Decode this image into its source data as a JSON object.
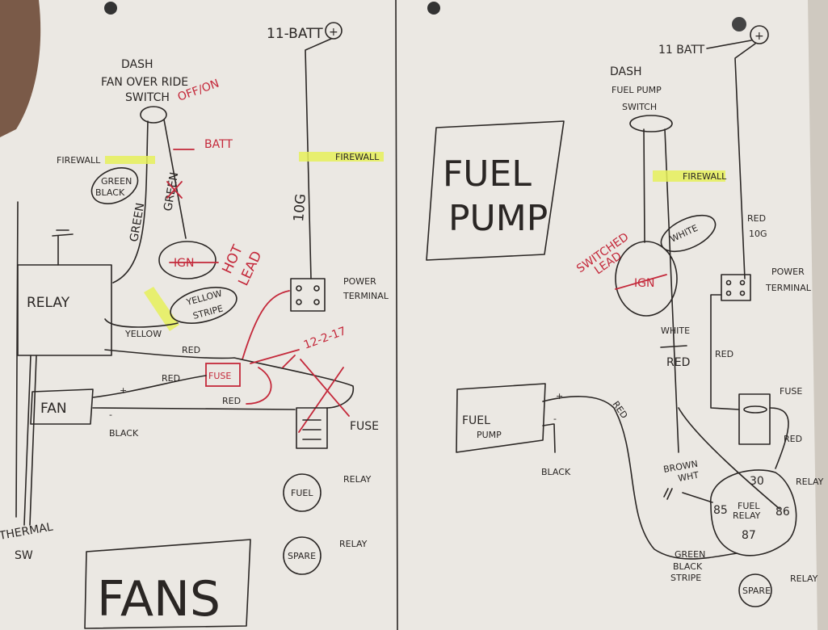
{
  "left_page": {
    "batt": "11-BATT",
    "batt_symbol": "+",
    "switch_title": [
      "DASH",
      "FAN OVER RIDE",
      "SWITCH"
    ],
    "switch_state": "OFF/ON",
    "batt_note": "BATT",
    "firewall_left": "FIREWALL",
    "firewall_right": "FIREWALL",
    "green_black": [
      "GREEN",
      "BLACK"
    ],
    "green_wire": "GREEN",
    "green_crossed": "GREEN",
    "gauge": "10G",
    "ign": "IGN",
    "hot_lead": [
      "HOT",
      "LEAD"
    ],
    "relay": "RELAY",
    "yellow_stripe": [
      "YELLOW",
      "STRIPE"
    ],
    "yellow": "YELLOW",
    "power_terminal": [
      "POWER",
      "TERMINAL"
    ],
    "red_1": "RED",
    "red_2": "RED",
    "red_3": "RED",
    "date": "12-2-17",
    "fuse_red": "FUSE",
    "fan": "FAN",
    "fan_plus": "+",
    "fan_minus": "-",
    "black": "BLACK",
    "fuse": "FUSE",
    "fuel_relay": "FUEL",
    "relay_label_1": "RELAY",
    "spare_relay": "SPARE",
    "relay_label_2": "RELAY",
    "thermal_sw": [
      "THERMAL",
      "SW"
    ],
    "title": "FANS"
  },
  "right_page": {
    "batt": "11 BATT",
    "batt_symbol": "+",
    "switch_title": [
      "DASH",
      "FUEL PUMP",
      "SWITCH"
    ],
    "title": [
      "FUEL",
      "PUMP"
    ],
    "firewall": "FIREWALL",
    "white_circled": "WHITE",
    "ign": "IGN",
    "switched_lead": [
      "SWITCHED",
      "LEAD"
    ],
    "red_10g": [
      "RED",
      "10G"
    ],
    "power_terminal": [
      "POWER",
      "TERMINAL"
    ],
    "white": "WHITE",
    "red_a": "RED",
    "red_b": "RED",
    "fuse": "FUSE",
    "red_c": "RED",
    "fuel_pump": [
      "FUEL",
      "PUMP"
    ],
    "plus": "+",
    "minus": "-",
    "red_d": "RED",
    "black": "BLACK",
    "brown_wht": [
      "BROWN",
      "WHT"
    ],
    "relay_pins": {
      "p30": "30",
      "p85": "85",
      "p86": "86",
      "p87": "87"
    },
    "relay_name": [
      "FUEL",
      "RELAY"
    ],
    "relay_label": "RELAY",
    "green_black_stripe": [
      "GREEN",
      "BLACK",
      "STRIPE"
    ],
    "spare": "SPARE",
    "relay_label_2": "RELAY"
  },
  "colors": {
    "paper": "#ebe8e3",
    "ink": "#2a2624",
    "red": "#c4283a",
    "highlight": "#e6f05a"
  }
}
